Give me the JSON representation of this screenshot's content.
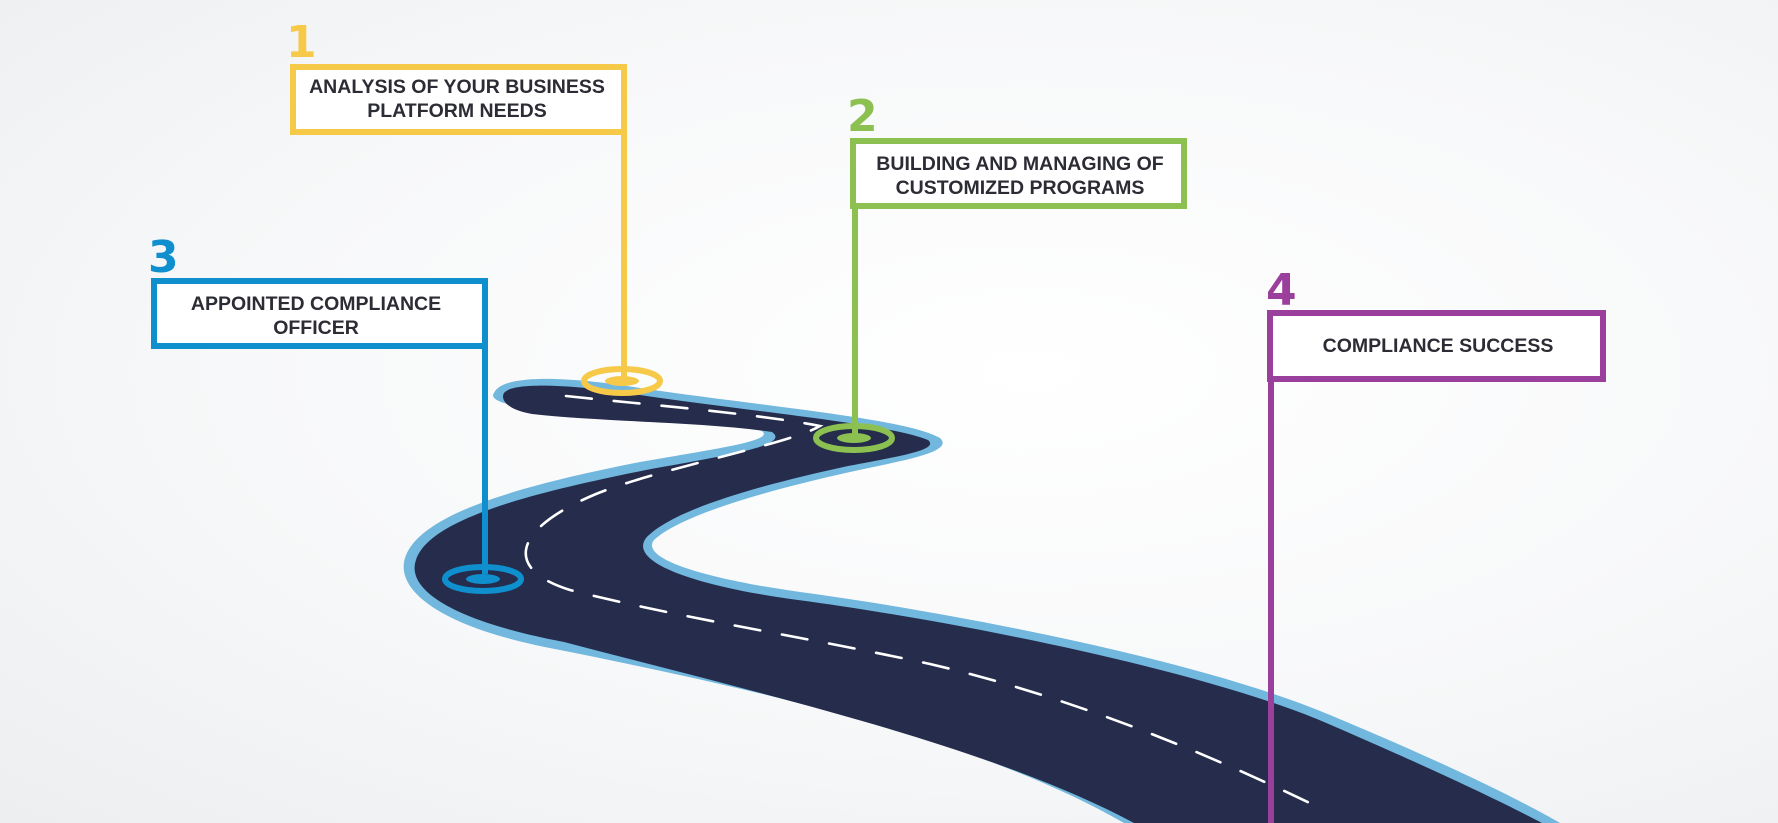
{
  "milestones": [
    {
      "number": "1",
      "line1": "ANALYSIS OF YOUR BUSINESS",
      "line2": "PLATFORM NEEDS",
      "color": "#f7c948"
    },
    {
      "number": "2",
      "line1": "BUILDING AND MANAGING OF",
      "line2": "CUSTOMIZED PROGRAMS",
      "color": "#8cc152"
    },
    {
      "number": "3",
      "line1": "APPOINTED COMPLIANCE",
      "line2": "OFFICER",
      "color": "#0f8fcd"
    },
    {
      "number": "4",
      "line1": "COMPLIANCE SUCCESS",
      "line2": "",
      "color": "#9b3f9d"
    }
  ],
  "road": {
    "asphalt_color": "#252c4c",
    "border_color": "#72b7dd",
    "lane_color": "#ffffff"
  }
}
